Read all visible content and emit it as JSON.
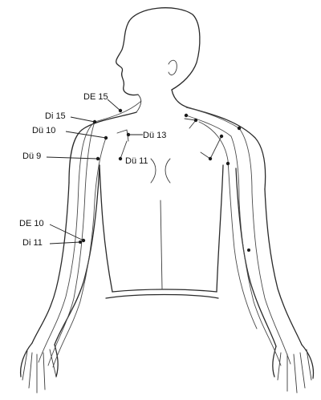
{
  "labels": [
    {
      "id": "de15",
      "text": "DE 15"
    },
    {
      "id": "di15",
      "text": "Di 15"
    },
    {
      "id": "du10",
      "text": "Dü 10"
    },
    {
      "id": "du13",
      "text": "Dü 13"
    },
    {
      "id": "du9",
      "text": "Dü 9"
    },
    {
      "id": "du11",
      "text": "Dü 11"
    },
    {
      "id": "de10",
      "text": "DE 10"
    },
    {
      "id": "di11",
      "text": "Di 11"
    }
  ]
}
